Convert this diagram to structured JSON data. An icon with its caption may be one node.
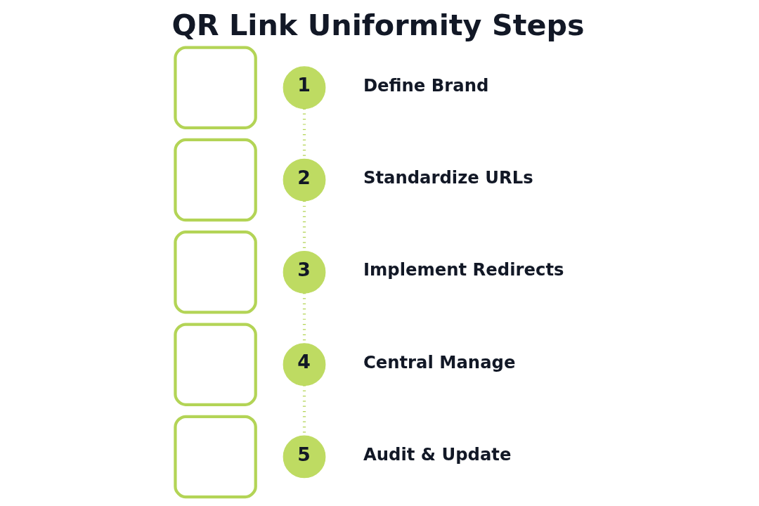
{
  "diagram": {
    "title": "QR Link Uniformity Steps",
    "nodes": [
      {
        "text": [],
        "shape": "box"
      },
      {
        "text": [
          "1"
        ],
        "beside": [
          "Define Brand"
        ]
      },
      {
        "text": [],
        "shape": "box"
      },
      {
        "text": [
          "2"
        ],
        "beside": [
          "Standardize URLs"
        ]
      },
      {
        "text": [],
        "shape": "box"
      },
      {
        "text": [
          "3"
        ],
        "beside": [
          "Implement Redirects"
        ]
      },
      {
        "text": [],
        "shape": "box"
      },
      {
        "text": [
          "4"
        ],
        "beside": [
          "Central Manage"
        ]
      },
      {
        "text": [],
        "shape": "box"
      },
      {
        "text": [
          "5"
        ],
        "beside": [
          "Audit & Update"
        ]
      }
    ],
    "edges": [
      {
        "from": 1,
        "to": 3,
        "arrow": "none",
        "style": "dashed"
      },
      {
        "from": 3,
        "to": 5,
        "arrow": "none",
        "style": "dashed"
      },
      {
        "from": 5,
        "to": 7,
        "arrow": "none",
        "style": "dashed"
      },
      {
        "from": 7,
        "to": 9,
        "arrow": "none",
        "style": "dashed"
      }
    ]
  }
}
